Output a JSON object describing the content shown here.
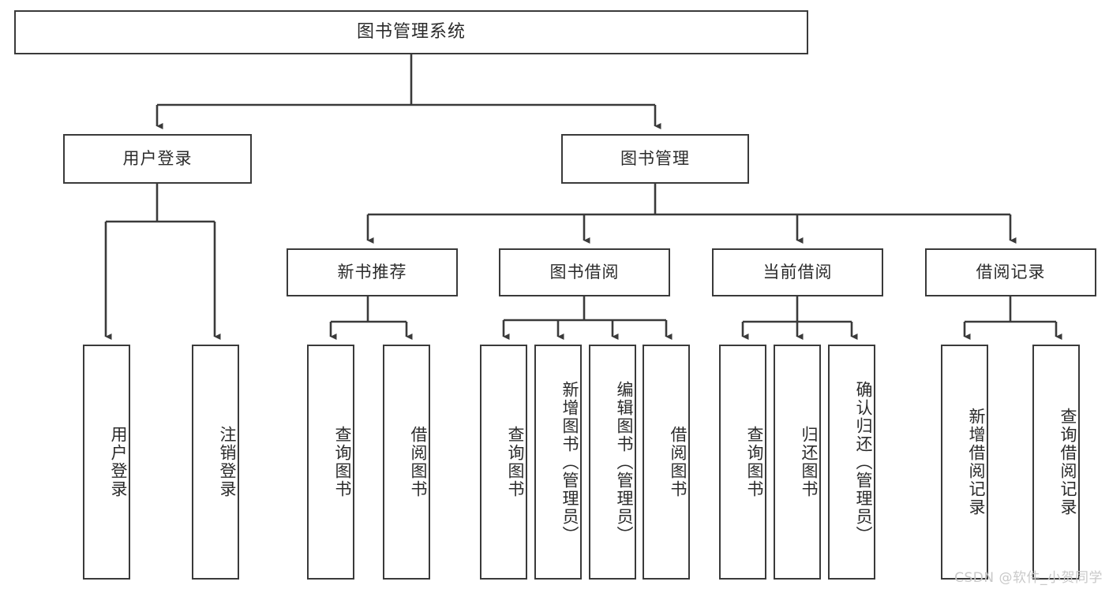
{
  "diagram": {
    "type": "tree-hierarchy",
    "title": "图书管理系统",
    "watermark": "CSDN @软件_小贺同学",
    "colors": {
      "border": "#3a3a3a",
      "background": "#ffffff",
      "text": "#2b2b2b",
      "edge": "#3a3a3a",
      "watermark": "#c9c9c9"
    },
    "root": {
      "label": "图书管理系统"
    },
    "level1": [
      {
        "label": "用户登录"
      },
      {
        "label": "图书管理"
      }
    ],
    "level2": [
      {
        "label": "新书推荐"
      },
      {
        "label": "图书借阅"
      },
      {
        "label": "当前借阅"
      },
      {
        "label": "借阅记录"
      }
    ],
    "leaves": {
      "user_login": [
        {
          "label": "用户登录"
        },
        {
          "label": "注销登录"
        }
      ],
      "new_book_recommend": [
        {
          "label": "查询图书"
        },
        {
          "label": "借阅图书"
        }
      ],
      "book_borrow": [
        {
          "label": "查询图书"
        },
        {
          "label": "新增图书（管理员）"
        },
        {
          "label": "编辑图书（管理员）"
        },
        {
          "label": "借阅图书"
        }
      ],
      "current_borrow": [
        {
          "label": "查询图书"
        },
        {
          "label": "归还图书"
        },
        {
          "label": "确认归还（管理员）"
        }
      ],
      "borrow_record": [
        {
          "label": "新增借阅记录"
        },
        {
          "label": "查询借阅记录"
        }
      ]
    }
  }
}
